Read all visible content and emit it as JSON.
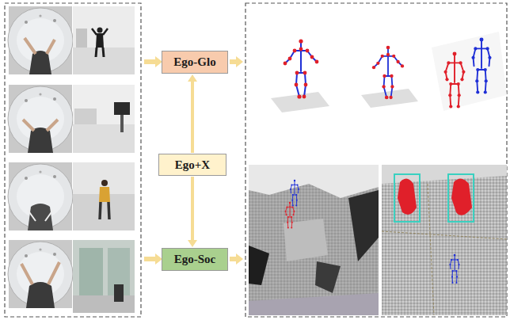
{
  "diagram": {
    "nodes": [
      {
        "text": [
          "Ego-Glo"
        ]
      },
      {
        "text": [
          "Ego+X"
        ]
      },
      {
        "text": [
          "Ego-Soc"
        ]
      }
    ],
    "edges": [
      {
        "from": 1,
        "to": 0,
        "arrow": "to"
      },
      {
        "from": 1,
        "to": 2,
        "arrow": "to"
      }
    ]
  }
}
